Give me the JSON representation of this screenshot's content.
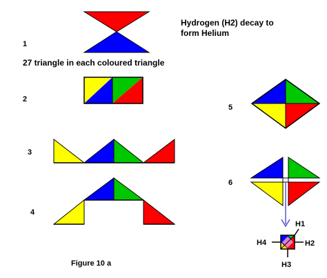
{
  "title_line1": "Hydrogen (H2) decay to",
  "title_line2": "form Helium",
  "caption": "27 triangle in each coloured triangle",
  "step_labels": {
    "s1": "1",
    "s2": "2",
    "s3": "3",
    "s4": "4",
    "s5": "5",
    "s6": "6"
  },
  "hydrogen_labels": {
    "h1": "H1",
    "h2": "H2",
    "h3": "H3",
    "h4": "H4"
  },
  "figure_label": "Figure  10 a",
  "colors": {
    "red": "#ff0000",
    "blue": "#0000ff",
    "green": "#00c800",
    "yellow": "#ffff00",
    "outline": "#000000",
    "arrow": "#5555cc"
  }
}
